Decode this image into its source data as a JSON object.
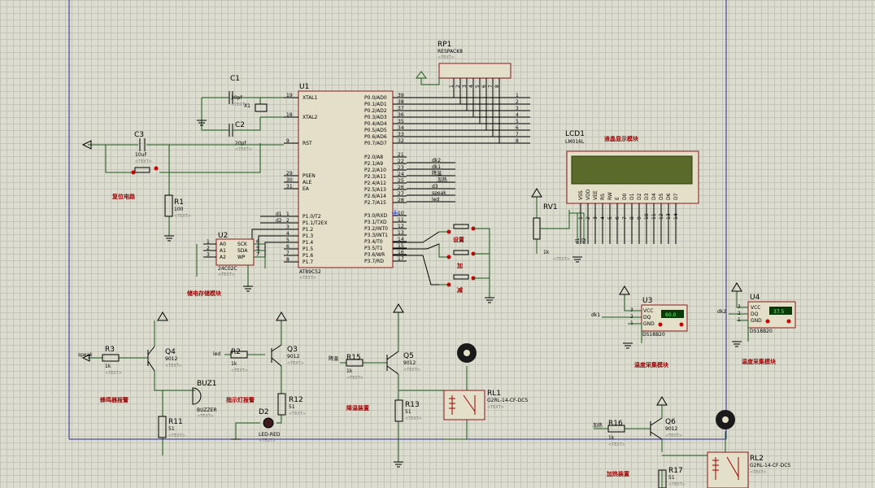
{
  "components": {
    "RP1": {
      "ref": "RP1",
      "value": "RESPACK8",
      "text": "<TEXT>",
      "pins": [
        "1",
        "2",
        "3",
        "4",
        "5",
        "6",
        "7",
        "8"
      ]
    },
    "U1": {
      "ref": "U1",
      "value": "AT89C52",
      "text": "<TEXT>",
      "left_pins": [
        {
          "num": "19",
          "name": "XTAL1"
        },
        {
          "num": "18",
          "name": "XTAL2"
        },
        {
          "num": "9",
          "name": "RST"
        },
        {
          "num": "29",
          "name": "PSEN"
        },
        {
          "num": "30",
          "name": "ALE"
        },
        {
          "num": "31",
          "name": "EA"
        },
        {
          "num": "1",
          "name": "P1.0/T2"
        },
        {
          "num": "2",
          "name": "P1.1/T2EX"
        },
        {
          "num": "3",
          "name": "P1.2"
        },
        {
          "num": "4",
          "name": "P1.3"
        },
        {
          "num": "5",
          "name": "P1.4"
        },
        {
          "num": "6",
          "name": "P1.5"
        },
        {
          "num": "7",
          "name": "P1.6"
        },
        {
          "num": "8",
          "name": "P1.7"
        }
      ],
      "right_pins": [
        {
          "num": "39",
          "name": "P0.0/AD0"
        },
        {
          "num": "38",
          "name": "P0.1/AD1"
        },
        {
          "num": "37",
          "name": "P0.2/AD2"
        },
        {
          "num": "36",
          "name": "P0.3/AD3"
        },
        {
          "num": "35",
          "name": "P0.4/AD4"
        },
        {
          "num": "34",
          "name": "P0.5/AD5"
        },
        {
          "num": "33",
          "name": "P0.6/AD6"
        },
        {
          "num": "32",
          "name": "P0.7/AD7"
        },
        {
          "num": "21",
          "name": "P2.0/A8"
        },
        {
          "num": "22",
          "name": "P2.1/A9"
        },
        {
          "num": "23",
          "name": "P2.2/A10"
        },
        {
          "num": "24",
          "name": "P2.3/A11"
        },
        {
          "num": "25",
          "name": "P2.4/A12"
        },
        {
          "num": "26",
          "name": "P2.5/A13"
        },
        {
          "num": "27",
          "name": "P2.6/A14"
        },
        {
          "num": "28",
          "name": "P2.7/A15"
        },
        {
          "num": "10",
          "name": "P3.0/RXD"
        },
        {
          "num": "11",
          "name": "P3.1/TXD"
        },
        {
          "num": "12",
          "name": "P3.2/INT0"
        },
        {
          "num": "13",
          "name": "P3.3/INT1"
        },
        {
          "num": "14",
          "name": "P3.4/T0"
        },
        {
          "num": "15",
          "name": "P3.5/T1"
        },
        {
          "num": "16",
          "name": "P3.6/WR"
        },
        {
          "num": "17",
          "name": "P3.7/RD"
        }
      ]
    },
    "C1": {
      "ref": "C1",
      "value": "20pf",
      "text": "<TEXT>"
    },
    "C2": {
      "ref": "C2",
      "value": "20pf",
      "text": "<TEXT>"
    },
    "X1": {
      "ref": "X1",
      "text": "<TEXT>"
    },
    "C3": {
      "ref": "C3",
      "value": "10uF",
      "text": "<TEXT>"
    },
    "R1": {
      "ref": "R1",
      "value": "100",
      "text": "<TEXT>"
    },
    "U2": {
      "ref": "U2",
      "value": "24C02C",
      "text": "<TEXT>",
      "pins_left": [
        {
          "num": "1",
          "name": "A0"
        },
        {
          "num": "2",
          "name": "A1"
        },
        {
          "num": "3",
          "name": "A2"
        }
      ],
      "pins_right": [
        {
          "num": "6",
          "name": "SCK"
        },
        {
          "num": "5",
          "name": "SDA"
        },
        {
          "num": "7",
          "name": "WP"
        }
      ]
    },
    "LCD1": {
      "ref": "LCD1",
      "value": "LM016L",
      "pins": [
        "VSS",
        "VDD",
        "VEE",
        "RS",
        "RW",
        "E",
        "D0",
        "D1",
        "D2",
        "D3",
        "D4",
        "D5",
        "D6",
        "D7"
      ]
    },
    "RV1": {
      "ref": "RV1",
      "value": "1k",
      "text": "<TEXT>"
    },
    "U3": {
      "ref": "U3",
      "value": "DS18B20",
      "display": "60.0",
      "pins": [
        {
          "num": "3",
          "name": "VCC"
        },
        {
          "num": "2",
          "name": "DQ"
        },
        {
          "num": "1",
          "name": "GND"
        }
      ]
    },
    "U4": {
      "ref": "U4",
      "value": "DS18B20",
      "display": "37.5",
      "pins": [
        {
          "num": "3",
          "name": "VCC"
        },
        {
          "num": "2",
          "name": "DQ"
        },
        {
          "num": "1",
          "name": "GND"
        }
      ]
    },
    "Q4": {
      "ref": "Q4",
      "value": "9012",
      "text": "<TEXT>"
    },
    "Q3": {
      "ref": "Q3",
      "value": "9012",
      "text": "<TEXT>"
    },
    "Q5": {
      "ref": "Q5",
      "value": "9012",
      "text": "<TEXT>"
    },
    "Q6": {
      "ref": "Q6",
      "value": "9012",
      "text": "<TEXT>"
    },
    "R3": {
      "ref": "R3",
      "value": "1k",
      "text": "<TEXT>"
    },
    "R2": {
      "ref": "R2",
      "value": "1k",
      "text": "<TEXT>"
    },
    "R15": {
      "ref": "R15",
      "value": "1k",
      "text": "<TEXT>"
    },
    "R16": {
      "ref": "R16",
      "value": "1k",
      "text": "<TEXT>"
    },
    "R11": {
      "ref": "R11",
      "value": "51",
      "text": "<TEXT>"
    },
    "R12": {
      "ref": "R12",
      "value": "51",
      "text": "<TEXT>"
    },
    "R13": {
      "ref": "R13",
      "value": "51",
      "text": "<TEXT>"
    },
    "R17": {
      "ref": "R17",
      "value": "51",
      "text": "<TEXT>"
    },
    "BUZ1": {
      "ref": "BUZ1",
      "value": "BUZZER",
      "text": "<TEXT>"
    },
    "D2": {
      "ref": "D2",
      "value": "LED-RED",
      "text": "<TEXT>"
    },
    "RL1": {
      "ref": "RL1",
      "value": "G2RL-14-CF-DC5",
      "text": "<TEXT>"
    },
    "RL2": {
      "ref": "RL2",
      "value": "G2RL-14-CF-DC5",
      "text": "<TEXT>"
    }
  },
  "nets": {
    "dk1": "dk1",
    "dk2": "dk2",
    "d1": "d1",
    "d2": "d2",
    "d3": "d3",
    "speak": "speak",
    "led": "led",
    "jiare": "加热",
    "jiangwen": "降温"
  },
  "labels": {
    "reset": "复位电路",
    "eeprom": "储电存储模块",
    "lcd": "液晶显示模块",
    "temp1": "温度采集模块",
    "temp2": "温度采集模块",
    "buzzer": "蜂鸣器报警",
    "led": "指示灯报警",
    "cool": "降温装置",
    "heat": "加热装置",
    "key_set": "设置",
    "key_add": "加",
    "key_sub": "减"
  }
}
